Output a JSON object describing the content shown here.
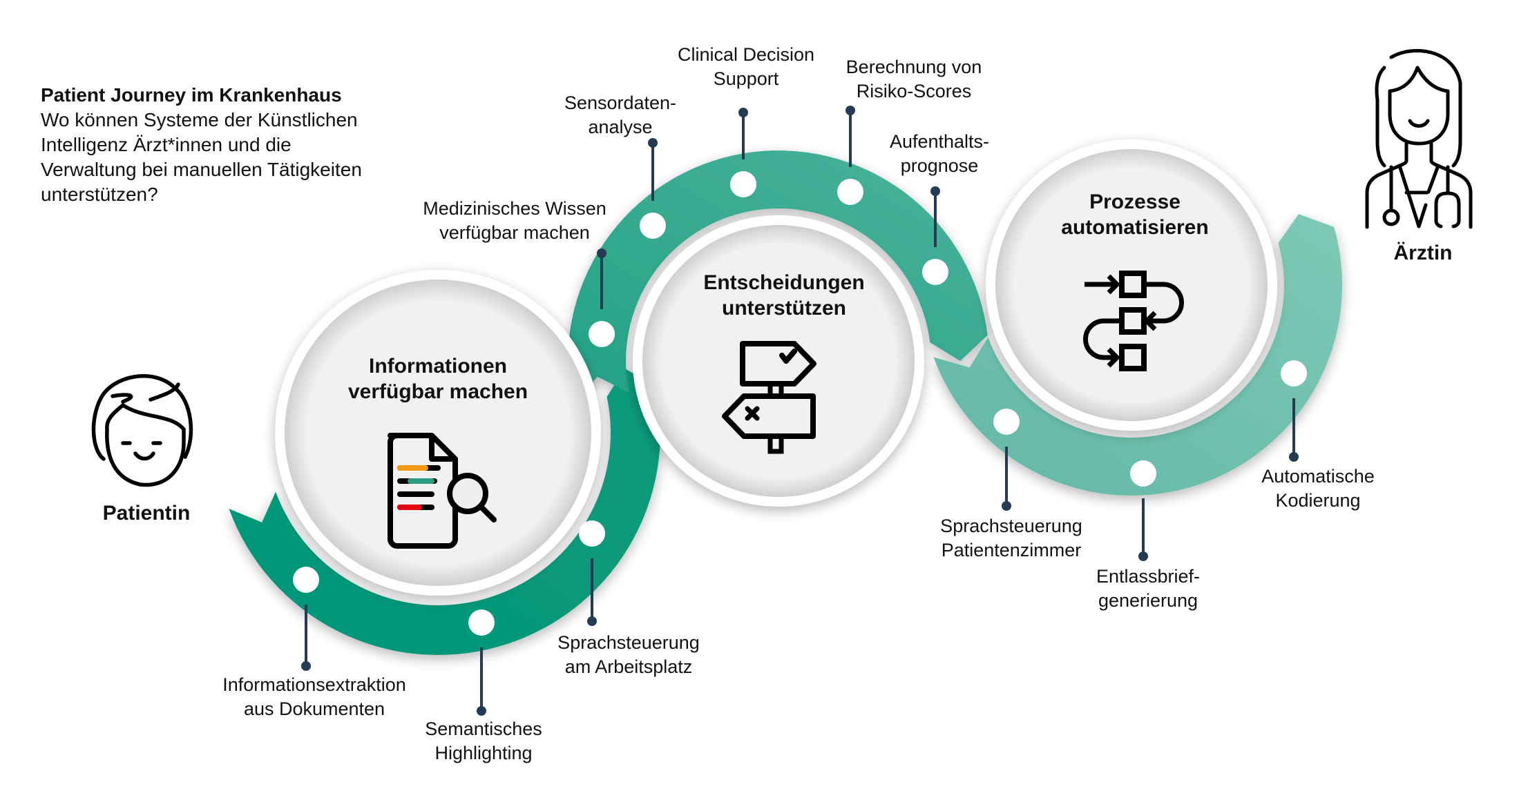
{
  "intro": {
    "title": "Patient Journey im Krankenhaus",
    "lines": [
      "Wo können Systeme der Künstlichen",
      "Intelligenz Ärzt*innen und die",
      "Verwaltung bei manuellen Tätigkeiten",
      "unterstützen?"
    ]
  },
  "actors": {
    "start": {
      "label": "Patientin",
      "icon": "patient-icon"
    },
    "end": {
      "label": "Ärztin",
      "icon": "doctor-icon"
    }
  },
  "colors": {
    "band_dark": "#039677",
    "band_mid": "#2ea68a",
    "band_light": "#7ec8b6",
    "circle_fill": "#efefef",
    "connector": "#243b53",
    "dot": "#ffffff",
    "highlight_orange": "#f39a12",
    "highlight_teal": "#2a9d80",
    "highlight_red": "#e30613"
  },
  "stages": [
    {
      "title": [
        "Informationen",
        "verfügbar machen"
      ],
      "icon": "document-search-icon",
      "items": [
        {
          "label": [
            "Informationsextraktion",
            "aus Dokumenten"
          ]
        },
        {
          "label": [
            "Semantisches",
            "Highlighting"
          ]
        },
        {
          "label": [
            "Sprachsteuerung",
            "am Arbeitsplatz"
          ]
        }
      ]
    },
    {
      "title": [
        "Entscheidungen",
        "unterstützen"
      ],
      "icon": "signpost-icon",
      "items": [
        {
          "label": [
            "Medizinisches Wissen",
            "verfügbar machen"
          ]
        },
        {
          "label": [
            "Sensordaten-",
            "analyse"
          ]
        },
        {
          "label": [
            "Clinical Decision",
            "Support"
          ]
        },
        {
          "label": [
            "Berechnung von",
            "Risiko-Scores"
          ]
        },
        {
          "label": [
            "Aufenthalts-",
            "prognose"
          ]
        }
      ]
    },
    {
      "title": [
        "Prozesse",
        "automatisieren"
      ],
      "icon": "workflow-icon",
      "items": [
        {
          "label": [
            "Sprachsteuerung",
            "Patientenzimmer"
          ]
        },
        {
          "label": [
            "Entlassbrief-",
            "generierung"
          ]
        },
        {
          "label": [
            "Automatische",
            "Kodierung"
          ]
        }
      ]
    }
  ]
}
